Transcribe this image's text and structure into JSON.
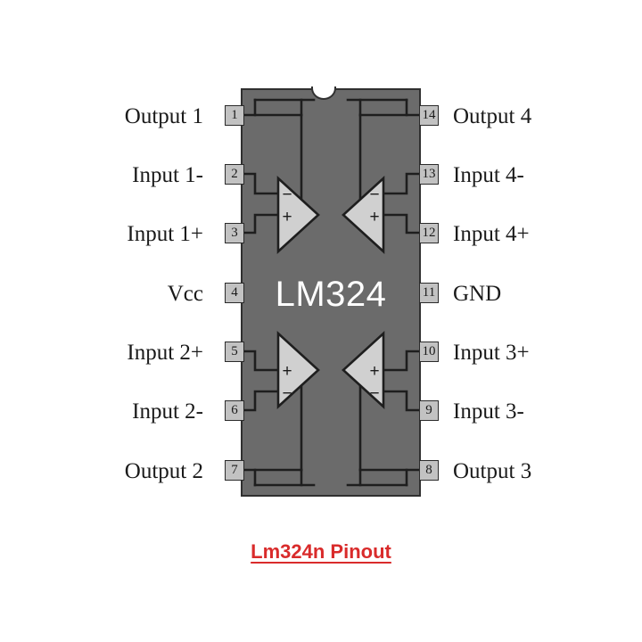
{
  "diagram": {
    "part_marking": "LM324",
    "caption": "Lm324n Pinout",
    "caption_color": "#d92b2b",
    "body_color": "#6b6b6b",
    "outline_color": "#303030",
    "pin_box_color": "#c2c2c2",
    "opamp_fill_color": "#d0d0d0",
    "marking_color": "#ffffff",
    "package_notch": "semicircular-notch-top-center"
  },
  "pins": {
    "left": [
      {
        "number": "1",
        "label": "Output 1"
      },
      {
        "number": "2",
        "label": "Input 1-"
      },
      {
        "number": "3",
        "label": "Input 1+"
      },
      {
        "number": "4",
        "label": "Vcc"
      },
      {
        "number": "5",
        "label": "Input 2+"
      },
      {
        "number": "6",
        "label": "Input 2-"
      },
      {
        "number": "7",
        "label": "Output 2"
      }
    ],
    "right": [
      {
        "number": "14",
        "label": "Output 4"
      },
      {
        "number": "13",
        "label": "Input 4-"
      },
      {
        "number": "12",
        "label": "Input 4+"
      },
      {
        "number": "11",
        "label": "GND"
      },
      {
        "number": "10",
        "label": "Input 3+"
      },
      {
        "number": "9",
        "label": "Input 3-"
      },
      {
        "number": "8",
        "label": "Output 3"
      }
    ]
  },
  "opamps": [
    {
      "id": "amp1",
      "orientation": "points-right",
      "top_terminal": "-",
      "bottom_terminal": "+"
    },
    {
      "id": "amp4",
      "orientation": "points-left",
      "top_terminal": "-",
      "bottom_terminal": "+"
    },
    {
      "id": "amp2",
      "orientation": "points-right",
      "top_terminal": "+",
      "bottom_terminal": "-"
    },
    {
      "id": "amp3",
      "orientation": "points-left",
      "top_terminal": "+",
      "bottom_terminal": "-"
    }
  ]
}
